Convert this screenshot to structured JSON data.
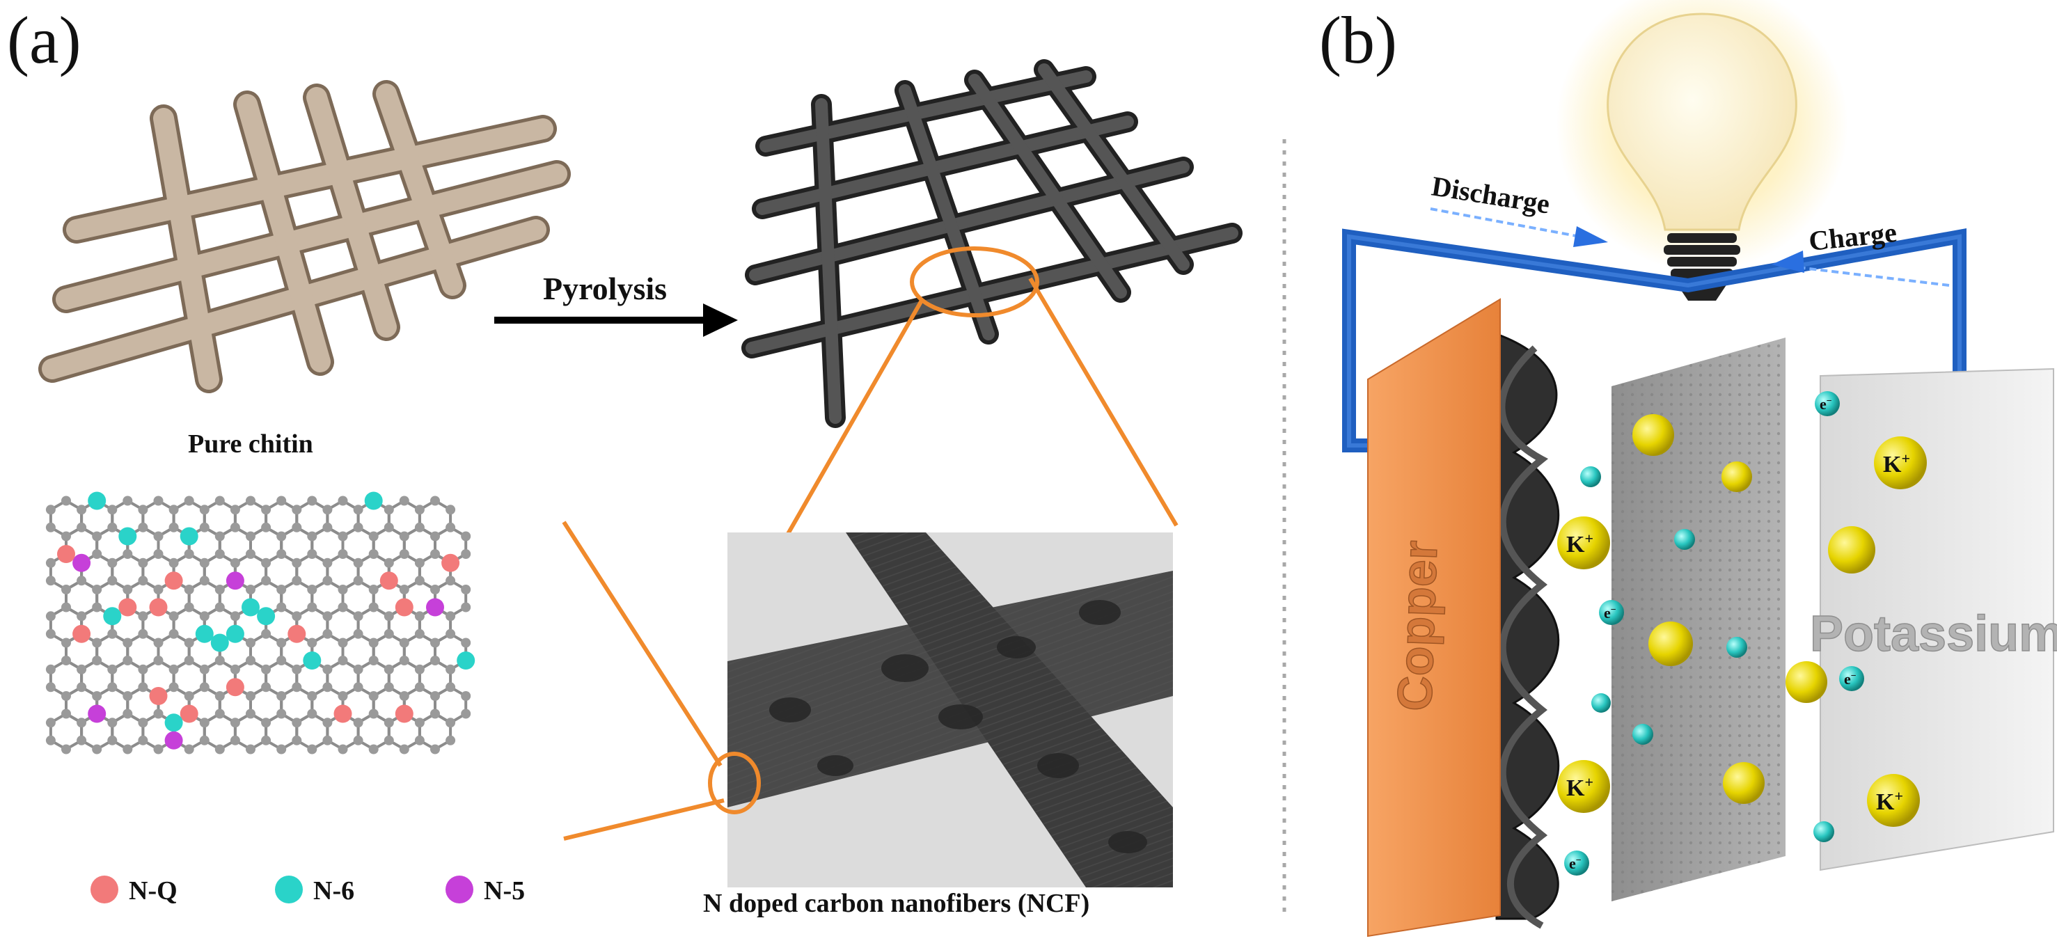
{
  "panel_a": {
    "label": "(a)",
    "pure_chitin": "Pure chitin",
    "pyrolysis": "Pyrolysis",
    "ncf_caption": "N doped carbon nanofibers (NCF)",
    "legend": [
      {
        "label": "N-Q",
        "color": "#f27a7a"
      },
      {
        "label": "N-6",
        "color": "#2ad3c9"
      },
      {
        "label": "N-5",
        "color": "#c640d9"
      }
    ],
    "colors": {
      "chitin": "#b9a692",
      "carbon": "#3a3a3a",
      "callout": "#f08a2c",
      "atom": "#9a9a9a"
    }
  },
  "panel_b": {
    "label": "(b)",
    "discharge": "Discharge",
    "charge": "Charge",
    "copper": "Copper",
    "potassium": "Potassium",
    "ion": "K",
    "ion_sup": "+",
    "electron": "e",
    "electron_sup": "−",
    "colors": {
      "wire": "#1f5fc0",
      "copper": "#f2934a",
      "separator": "#9c9c9c",
      "potassium": "#e7e7e7",
      "ion": "#e6d400",
      "electron": "#29c6c0"
    }
  }
}
